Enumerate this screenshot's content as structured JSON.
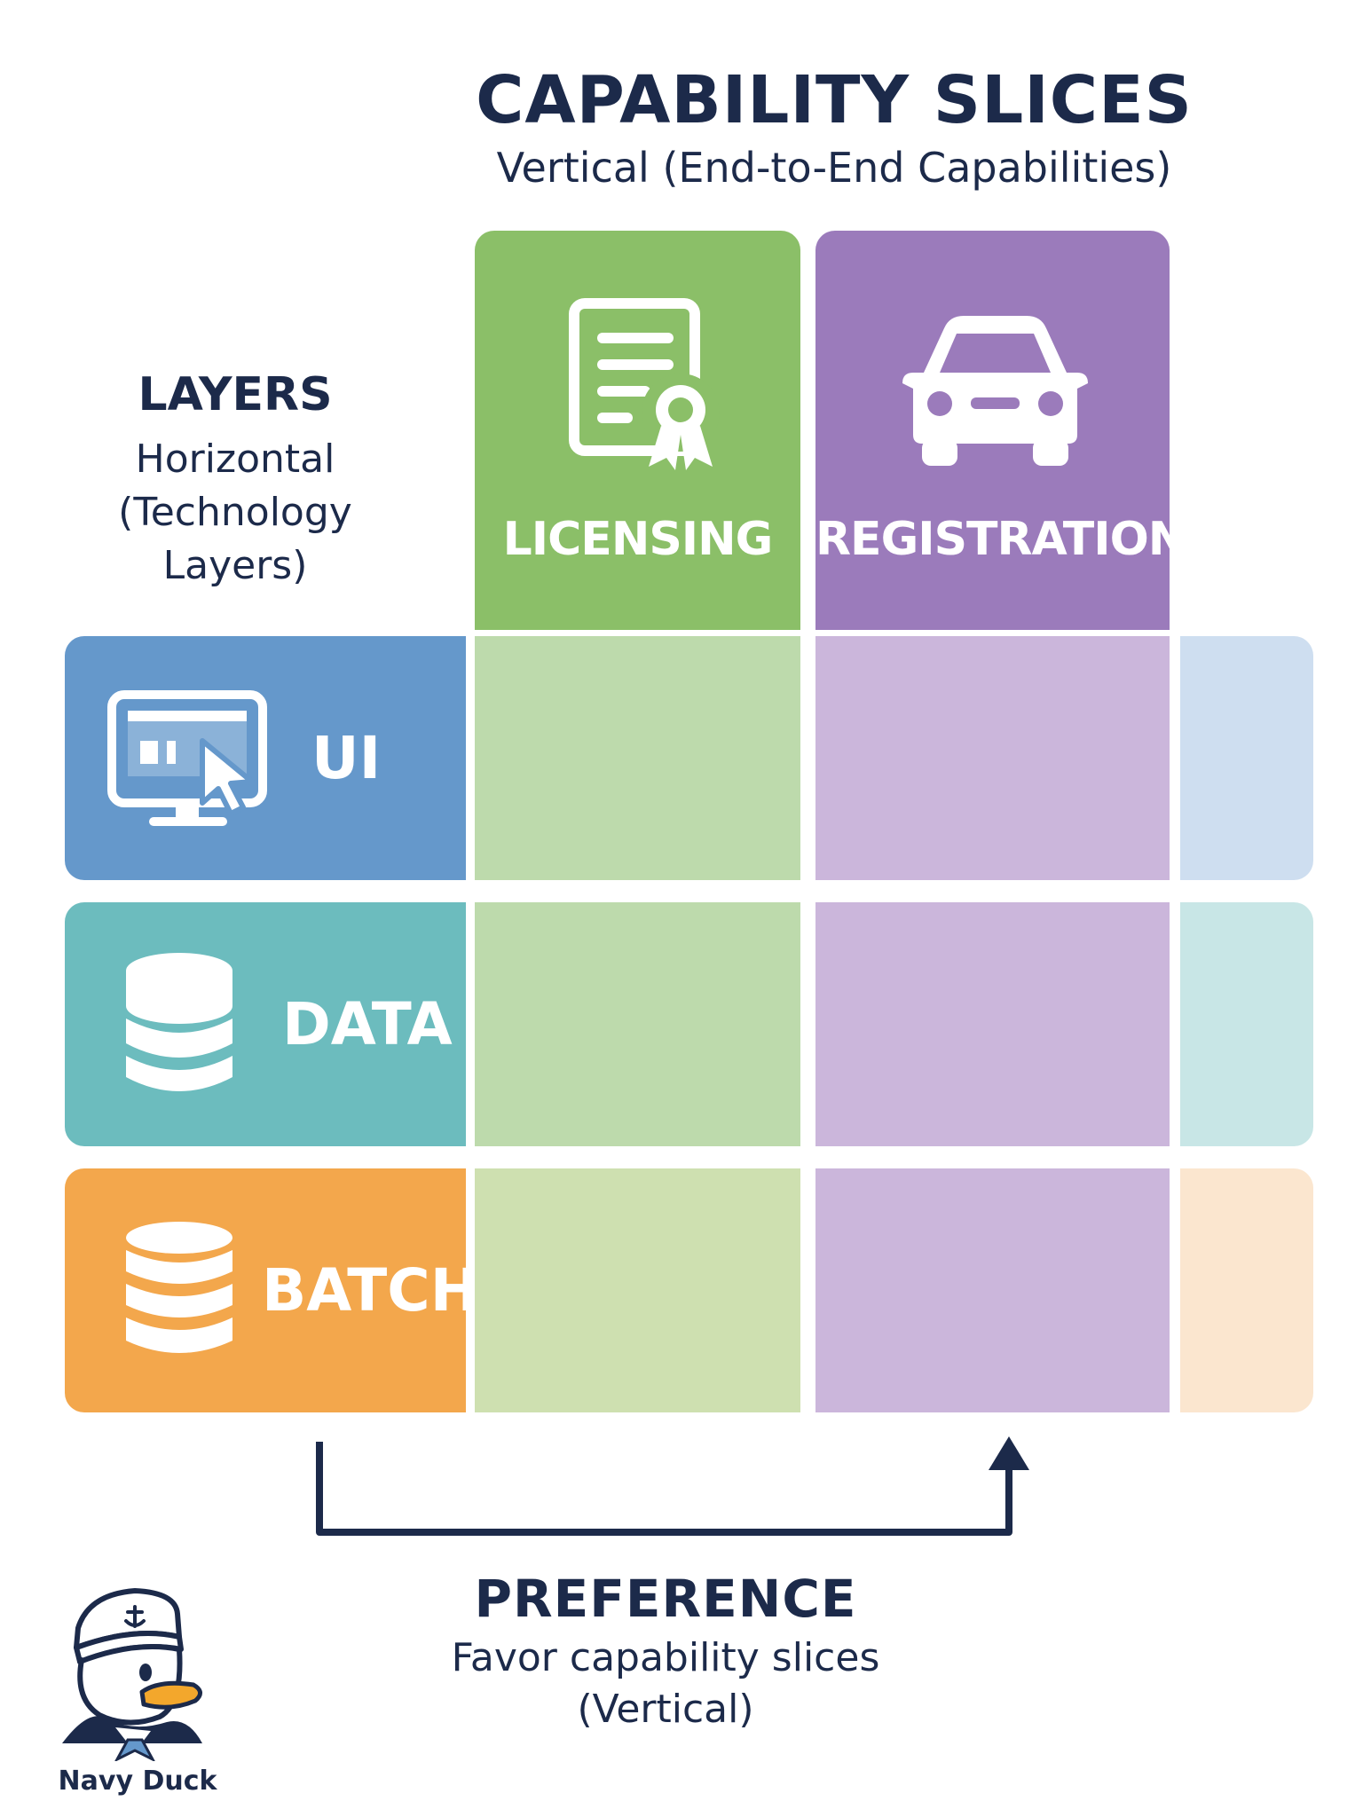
{
  "capability": {
    "title": "CAPABILITY SLICES",
    "subtitle": "Vertical (End-to-End Capabilities)",
    "slices": [
      {
        "label": "LICENSING",
        "icon": "certificate-icon",
        "color": "#8bbf68"
      },
      {
        "label": "REGISTRATION",
        "icon": "car-icon",
        "color": "#9b7bbb"
      }
    ]
  },
  "layers": {
    "title": "LAYERS",
    "subtitle_lines": [
      "Horizontal",
      "(Technology",
      "Layers)"
    ],
    "items": [
      {
        "label": "UI",
        "icon": "monitor-cursor-icon",
        "color": "#6598cb"
      },
      {
        "label": "DATA",
        "icon": "database-icon",
        "color": "#6cbcbe"
      },
      {
        "label": "BATCH",
        "icon": "database-stack-icon",
        "color": "#f3a74c"
      }
    ]
  },
  "preference": {
    "title": "PREFERENCE",
    "subtitle_lines": [
      "Favor capability slices",
      "(Vertical)"
    ]
  },
  "brand": {
    "name": "Navy Duck",
    "icon": "navy-duck-logo"
  }
}
